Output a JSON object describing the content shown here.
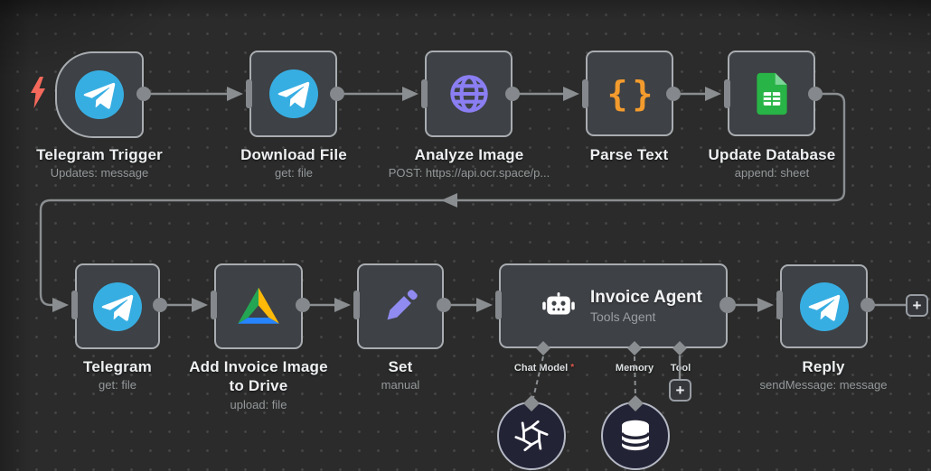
{
  "canvas": {
    "plus_label": "+"
  },
  "nodes": [
    {
      "id": "telegram-trigger",
      "type": "trigger",
      "title": "Telegram Trigger",
      "subtitle": "Updates: message",
      "icon": "telegram-icon"
    },
    {
      "id": "download-file",
      "title": "Download File",
      "subtitle": "get: file",
      "icon": "telegram-icon"
    },
    {
      "id": "analyze-image",
      "title": "Analyze Image",
      "subtitle": "POST: https://api.ocr.space/p...",
      "icon": "globe-icon"
    },
    {
      "id": "parse-text",
      "title": "Parse Text",
      "icon": "braces-icon",
      "icon_glyph": "{}"
    },
    {
      "id": "update-database",
      "title": "Update Database",
      "subtitle": "append: sheet",
      "icon": "google-sheets-icon"
    },
    {
      "id": "telegram",
      "title": "Telegram",
      "subtitle": "get: file",
      "icon": "telegram-icon"
    },
    {
      "id": "add-invoice-image-to-drive",
      "title": "Add Invoice Image to Drive",
      "subtitle": "upload: file",
      "icon": "google-drive-icon"
    },
    {
      "id": "set",
      "title": "Set",
      "subtitle": "manual",
      "icon": "pencil-icon"
    },
    {
      "id": "invoice-agent",
      "title": "Invoice Agent",
      "subtitle": "Tools Agent",
      "icon": "robot-icon",
      "ports": [
        "Chat Model",
        "Memory",
        "Tool"
      ],
      "required_marker": "*"
    },
    {
      "id": "reply",
      "title": "Reply",
      "subtitle": "sendMessage: message",
      "icon": "telegram-icon"
    }
  ],
  "sub_nodes": [
    {
      "id": "openai-chat-model",
      "icon": "openai-logo-icon"
    },
    {
      "id": "memory-database",
      "icon": "database-icon"
    }
  ],
  "colors": {
    "canvas_bg": "#2a2b2a",
    "node_bg": "#3e4145",
    "node_border": "#a9adb1",
    "edge": "#8b8e91",
    "title_text": "#eef0f2",
    "subtitle_text": "#94989b",
    "telegram_blue": "#37aee2",
    "http_purple": "#8a7ef2",
    "braces_orange": "#f39b2d",
    "sheets_green": "#28b446",
    "drive_green": "#23a553",
    "drive_yellow": "#ffb908",
    "drive_blue": "#2684fc",
    "pencil_purple": "#8f8bf0",
    "bolt_red": "#f4695b",
    "required_red": "#e4574b",
    "subcircle_bg": "#232336",
    "subcircle_border": "#b5b9c5"
  }
}
